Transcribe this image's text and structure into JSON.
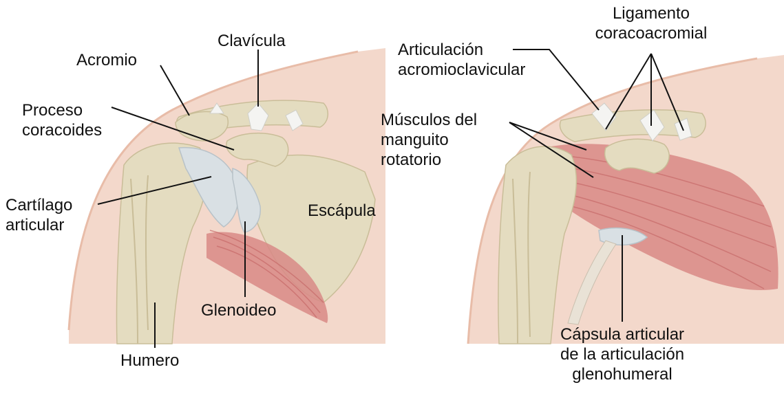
{
  "colors": {
    "skin": "#f3d8cb",
    "skin_edge": "#e8bca8",
    "bone": "#e4dcc0",
    "bone_shade": "#c9bd98",
    "cartilage": "#d9e0e4",
    "muscle": "#d88a86",
    "muscle_dark": "#c66a68",
    "ligament": "#f4f4f2",
    "line": "#111111"
  },
  "left_panel": {
    "labels": {
      "clavicula": "Clavícula",
      "acromio": "Acromio",
      "proceso_l1": "Proceso",
      "proceso_l2": "coracoides",
      "cartilago_l1": "Cartílago",
      "cartilago_l2": "articular",
      "escapula": "Escápula",
      "glenoideo": "Glenoideo",
      "humero": "Humero"
    }
  },
  "right_panel": {
    "labels": {
      "ligamento_l1": "Ligamento",
      "ligamento_l2": "coracoacromial",
      "articulacion_l1": "Articulación",
      "articulacion_l2": "acromioclavicular",
      "musculos_l1": "Músculos del",
      "musculos_l2": "manguito",
      "musculos_l3": "rotatorio",
      "capsula_l1": "Cápsula articular",
      "capsula_l2": "de la articulación",
      "capsula_l3": "glenohumeral"
    }
  }
}
